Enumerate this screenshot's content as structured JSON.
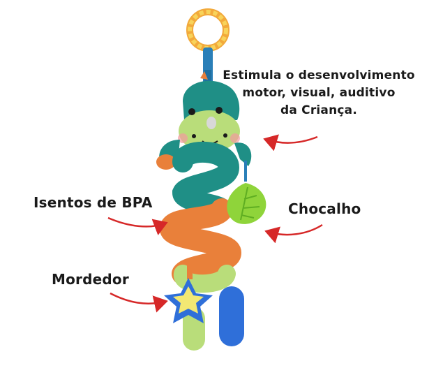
{
  "callouts": {
    "development": {
      "line1": "Estimula o desenvolvimento",
      "line2": "motor, visual, auditivo",
      "line3": "da Criança."
    },
    "bpa_free": "Isentos de BPA",
    "rattle": "Chocalho",
    "teether": "Mordedor"
  },
  "colors": {
    "arrow": "#d62828",
    "plush_teal": "#1f8f86",
    "plush_orange": "#e9803a",
    "face_green": "#b9dd7a",
    "teether_blue": "#2f6fd9",
    "rattle_green": "#8fd43a",
    "ring_yellow": "#f6c64a"
  }
}
